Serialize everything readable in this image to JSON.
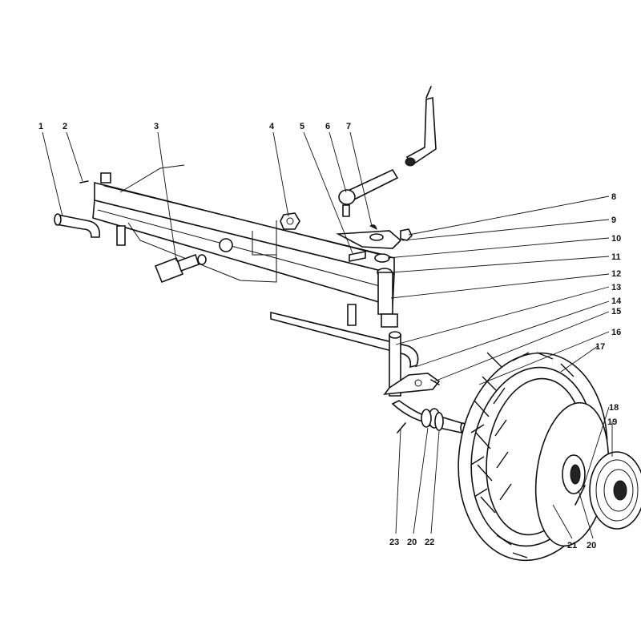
{
  "colors": {
    "ink": "#111111",
    "paper": "#ffffff"
  },
  "callouts": {
    "c1": "1",
    "c2": "2",
    "c3": "3",
    "c4": "4",
    "c5": "5",
    "c6": "6",
    "c7": "7",
    "c8": "8",
    "c9": "9",
    "c10": "10",
    "c11": "11",
    "c12": "12",
    "c13": "13",
    "c14": "14",
    "c15": "15",
    "c16": "16",
    "c17": "17",
    "c18": "18",
    "c19": "19",
    "c20a": "20",
    "c20b": "20",
    "c21": "21",
    "c22": "22",
    "c23": "23"
  }
}
